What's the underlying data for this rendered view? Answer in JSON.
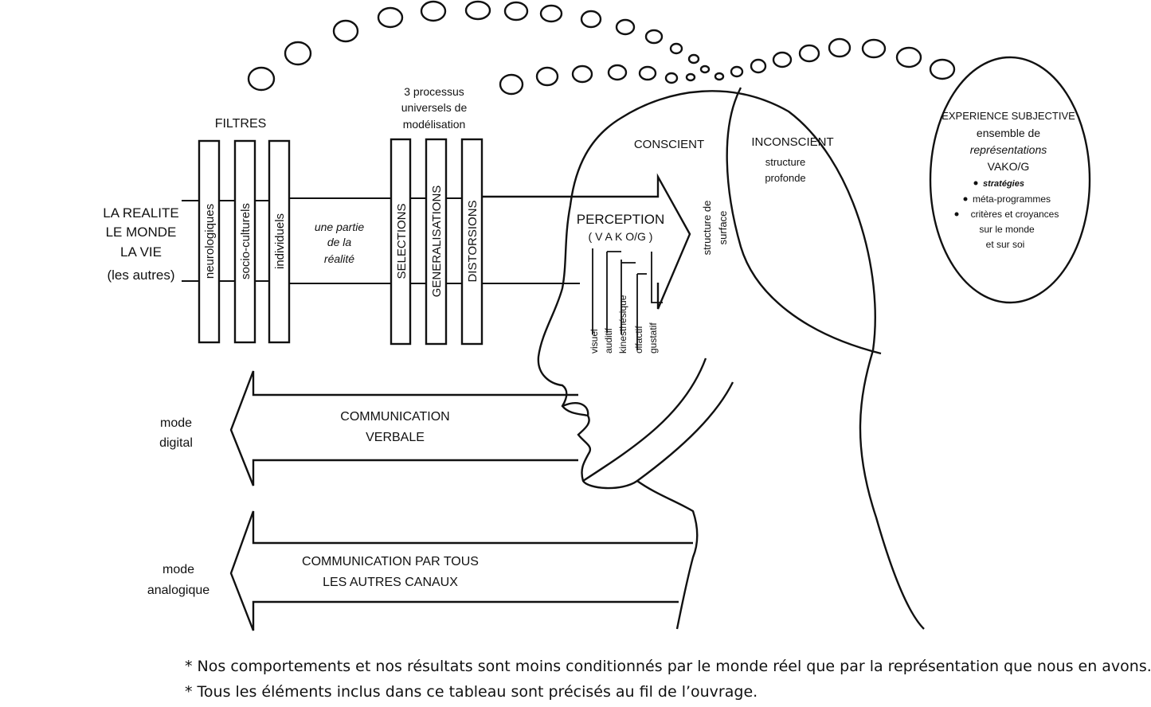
{
  "reality": {
    "line1": "LA REALITE",
    "line2": "LE MONDE",
    "line3": "LA VIE",
    "line4": "(les autres)"
  },
  "filters": {
    "title": "FILTRES",
    "items": [
      "neurologiques",
      "socio-culturels",
      "individuels"
    ]
  },
  "partial": {
    "line1": "une partie",
    "line2": "de la",
    "line3": "réalité"
  },
  "processes": {
    "title_line1": "3 processus",
    "title_line2": "universels de",
    "title_line3": "modélisation",
    "items": [
      "SELECTIONS",
      "GENERALISATIONS",
      "DISTORSIONS"
    ]
  },
  "perception": {
    "title": "PERCEPTION",
    "subtitle": "( V A K O/G )",
    "senses": [
      "visuel",
      "auditif",
      "kinesthésique",
      "olfactif",
      "gustatif"
    ]
  },
  "mind": {
    "conscient": "CONSCIENT",
    "inconscient": "INCONSCIENT",
    "deep_line1": "structure",
    "deep_line2": "profonde",
    "surface_line1": "structure de",
    "surface_line2": "surface"
  },
  "experience": {
    "line1": "EXPERIENCE SUBJECTIVE",
    "line2": "ensemble de",
    "line3": "représentations",
    "line4": "VAKO/G",
    "bullet1": "stratégies",
    "bullet2": "méta-programmes",
    "bullet3": "critères et croyances",
    "line5": "sur le monde",
    "line6": "et sur soi"
  },
  "verbal": {
    "mode_line1": "mode",
    "mode_line2": "digital",
    "label_line1": "COMMUNICATION",
    "label_line2": "VERBALE"
  },
  "analog": {
    "mode_line1": "mode",
    "mode_line2": "analogique",
    "label_line1": "COMMUNICATION PAR TOUS",
    "label_line2": "LES AUTRES CANAUX"
  },
  "notes": [
    "* Nos comportements et nos résultats sont moins conditionnés par le monde réel que par la représentation que nous en avons.",
    "* Tous les éléments inclus dans ce tableau sont précisés au fil de l’ouvrage."
  ]
}
